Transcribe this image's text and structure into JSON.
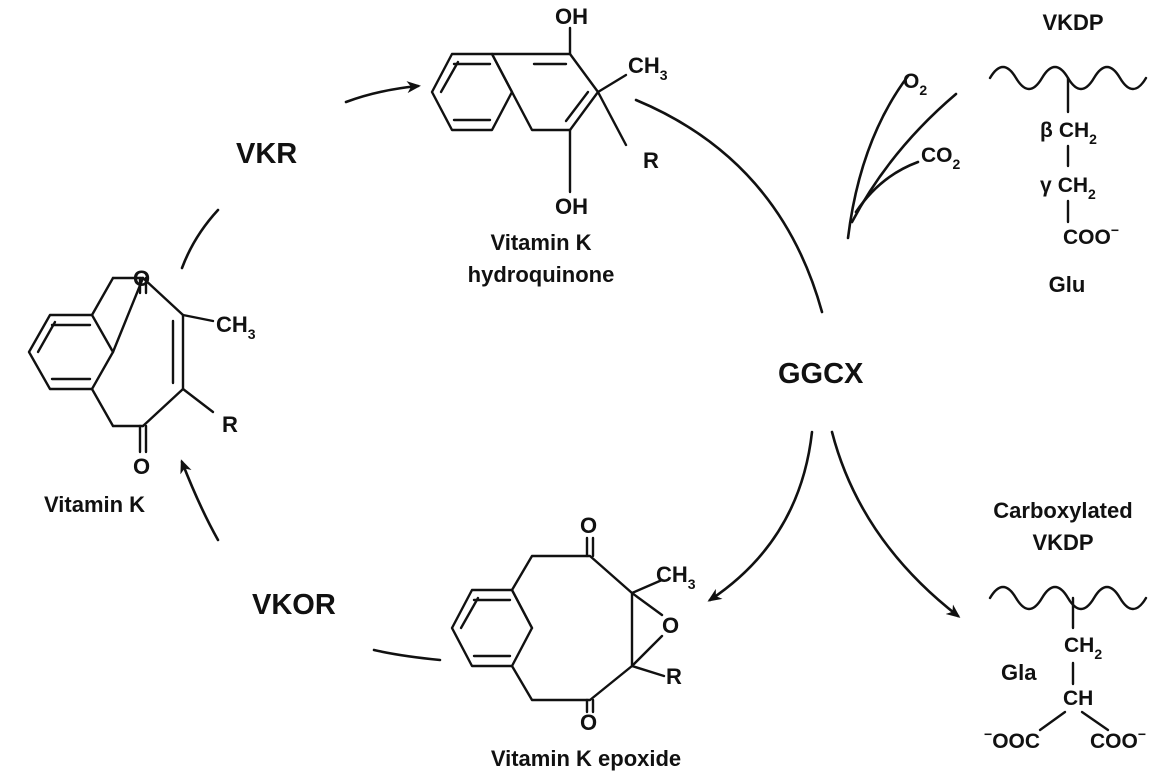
{
  "enzymes": {
    "vkr": "VKR",
    "vkor": "VKOR",
    "ggcx": "GGCX"
  },
  "compounds": {
    "vitamin_k": {
      "name": "Vitamin K",
      "top_atom": "O",
      "bottom_atom": "O",
      "methyl": "CH",
      "methyl_sub": "3",
      "r_group": "R"
    },
    "hydroquinone": {
      "name_line1": "Vitamin K",
      "name_line2": "hydroquinone",
      "top_group": "OH",
      "bottom_group": "OH",
      "methyl": "CH",
      "methyl_sub": "3",
      "r_group": "R"
    },
    "epoxide": {
      "name": "Vitamin K epoxide",
      "top_atom": "O",
      "bottom_atom": "O",
      "epoxide_atom": "O",
      "methyl": "CH",
      "methyl_sub": "3",
      "r_group": "R"
    }
  },
  "cosubstrates": {
    "o2": "O",
    "o2_sub": "2",
    "co2": "CO",
    "co2_sub": "2"
  },
  "vkdp": {
    "title": "VKDP",
    "beta_label": "β",
    "beta_group": "CH",
    "beta_sub": "2",
    "gamma_label": "γ",
    "gamma_group": "CH",
    "gamma_sub": "2",
    "carboxyl": "COO",
    "carboxyl_charge": "−",
    "residue": "Glu"
  },
  "carboxylated": {
    "title_line1": "Carboxylated",
    "title_line2": "VKDP",
    "ch2": "CH",
    "ch2_sub": "2",
    "residue": "Gla",
    "ch": "CH",
    "left_charge": "−",
    "left_carboxyl": "OOC",
    "right_carboxyl": "COO",
    "right_charge": "−"
  }
}
